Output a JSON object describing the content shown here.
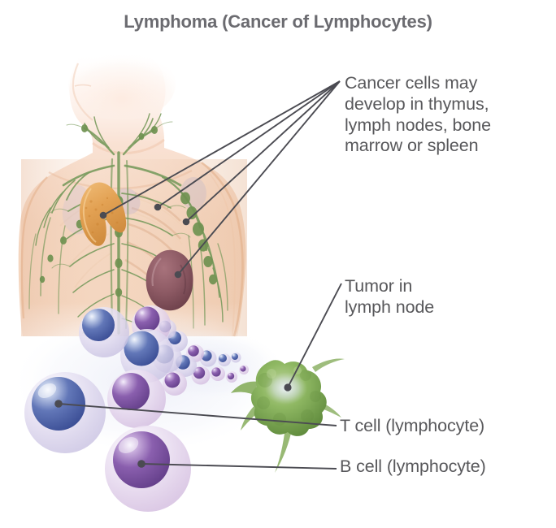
{
  "figure": {
    "title": "Lymphoma (Cancer of Lymphocytes)",
    "type": "medical-illustration",
    "subject": "Human upper torso showing lymphatic system with lymphoma origin sites and lymphocyte cells"
  },
  "labels": {
    "organs": "Cancer cells may\ndevelop in thymus,\nlymph nodes, bone\nmarrow or spleen",
    "tumor": "Tumor in\nlymph node",
    "t_cell": "T cell (lymphocyte)",
    "b_cell": "B cell (lymphocyte)"
  },
  "annotated_structures": [
    {
      "name": "thymus",
      "color": "#e3a254",
      "label_group": "organs"
    },
    {
      "name": "bone-marrow",
      "color": "#d9a882",
      "label_group": "organs"
    },
    {
      "name": "lymph-node",
      "color": "#6f9150",
      "label_group": "organs"
    },
    {
      "name": "spleen",
      "color": "#8d5a64",
      "label_group": "organs"
    },
    {
      "name": "tumor-lymph-node",
      "color": "#7ba354",
      "label_group": "tumor"
    },
    {
      "name": "t-cell",
      "color": "#4a5fa8",
      "label_group": "t_cell"
    },
    {
      "name": "b-cell",
      "color": "#7a52a0",
      "label_group": "b_cell"
    }
  ],
  "colors": {
    "title_text": "#6b6b70",
    "label_text": "#58585b",
    "leader_line": "#4b4b52",
    "skin": "#f6ddcb",
    "skin_shadow": "#e9bfa0",
    "lymph_vessel": "#7a9b5e",
    "lymph_node_green": "#6f9150",
    "thymus": "#e3a254",
    "spleen": "#8d5a64",
    "tumor_green": "#7ba354",
    "t_cell_nucleus": "#4a5fa8",
    "b_cell_nucleus": "#7a52a0",
    "cell_membrane": "#d8d4ec",
    "background": "#ffffff"
  },
  "cell_chain": {
    "description": "Lymphocytes decreasing in size from lower-left toward the green tumor at right",
    "t_cells": 7,
    "b_cells": 7
  }
}
